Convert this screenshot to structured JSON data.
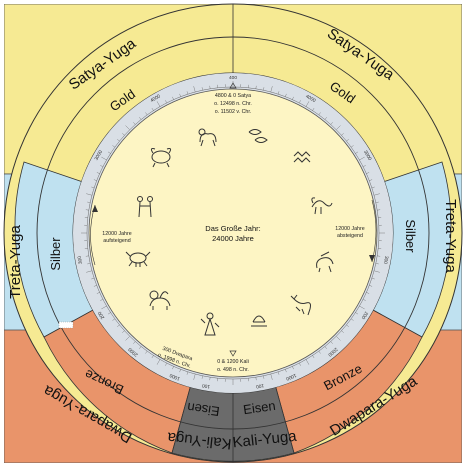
{
  "center": {
    "title_line1": "Das Große Jahr:",
    "title_line2": "24000 Jahre"
  },
  "ages": {
    "satya": {
      "yuga": "Satya-Yuga",
      "metal": "Gold",
      "color": "#f6ea93"
    },
    "treta": {
      "yuga": "Treta-Yuga",
      "metal": "Silber",
      "color": "#bfe1f0"
    },
    "dwapara": {
      "yuga": "Dwapara-Yuga",
      "metal": "Bronze",
      "color": "#e9946a"
    },
    "kali": {
      "yuga": "Kali-Yuga",
      "metal": "Eisen",
      "color": "#6b6b6b"
    }
  },
  "notes": {
    "top": [
      "4800 & 0 Satya",
      "o. 12498 n. Chr.",
      "o. 11502 v. Chr."
    ],
    "left": [
      "12000 Jahre",
      "aufsteigend"
    ],
    "right": [
      "12000 Jahre",
      "absteigend"
    ],
    "bottom_left": [
      "300 Dwapara",
      "o. 1998 n. Chr."
    ],
    "bottom": [
      "0 & 1200 Kali",
      "o. 498 n. Chr."
    ]
  },
  "scale_ticks": [
    {
      "label": "400",
      "angle": -90
    },
    {
      "label": "4000",
      "angle": -120
    },
    {
      "label": "4000",
      "angle": -60
    },
    {
      "label": "3000",
      "angle": -150
    },
    {
      "label": "3000",
      "angle": -30
    },
    {
      "label": "300",
      "angle": 170
    },
    {
      "label": "300",
      "angle": 10
    },
    {
      "label": "2000",
      "angle": 130
    },
    {
      "label": "2000",
      "angle": 50
    },
    {
      "label": "200",
      "angle": 148
    },
    {
      "label": "200",
      "angle": 32
    },
    {
      "label": "1000",
      "angle": 112
    },
    {
      "label": "1000",
      "angle": 68
    },
    {
      "label": "100",
      "angle": 100
    },
    {
      "label": "100",
      "angle": 80
    }
  ],
  "zodiac_signs": [
    "taurus-icon",
    "aries-icon",
    "pisces-icon",
    "aquarius-icon",
    "capricorn-icon",
    "sagittarius-icon",
    "scorpio-icon",
    "libra-icon",
    "virgo-icon",
    "leo-icon",
    "cancer-icon",
    "gemini-icon"
  ]
}
